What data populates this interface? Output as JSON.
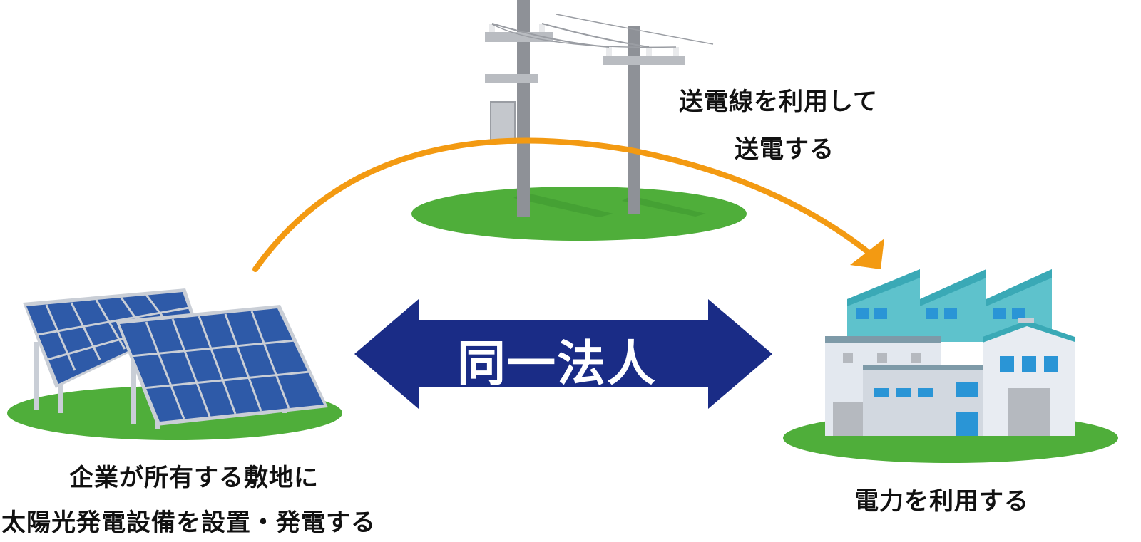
{
  "labels": {
    "transmission_line1": "送電線を利用して",
    "transmission_line2": "送電する",
    "same_entity": "同一法人",
    "solar_line1": "企業が所有する敷地に",
    "solar_line2": "太陽光発電設備を設置・発電する",
    "factory": "電力を利用する"
  },
  "colors": {
    "grass": "#4fae3a",
    "arrow_orange": "#f39a12",
    "arrow_navy": "#1a2c86",
    "panel_blue": "#2e5aa8",
    "panel_frame": "#c9ced6",
    "pole_gray": "#8e9197",
    "factory_teal": "#5ec2cc",
    "factory_light": "#e3e8ef",
    "window_blue": "#2a95d6"
  },
  "icons": [
    "utility-pole-icon",
    "solar-panel-icon",
    "factory-icon"
  ]
}
